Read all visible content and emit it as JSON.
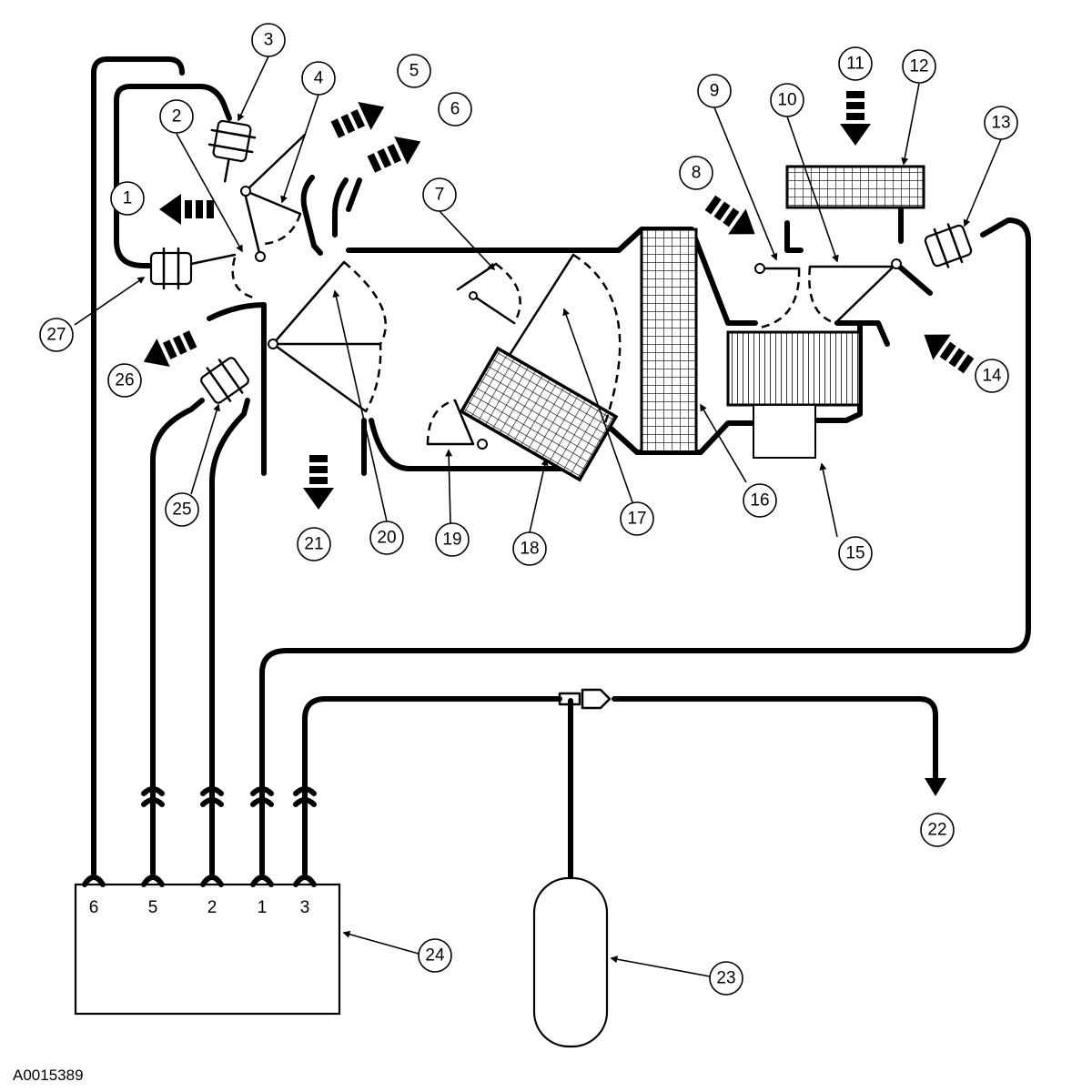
{
  "figure_id": "A0015389",
  "callouts": [
    "1",
    "2",
    "3",
    "4",
    "5",
    "6",
    "7",
    "8",
    "9",
    "10",
    "11",
    "12",
    "13",
    "14",
    "15",
    "16",
    "17",
    "18",
    "19",
    "20",
    "21",
    "22",
    "23",
    "24",
    "25",
    "26",
    "27"
  ],
  "connector_pins": [
    "6",
    "5",
    "2",
    "1",
    "3"
  ]
}
